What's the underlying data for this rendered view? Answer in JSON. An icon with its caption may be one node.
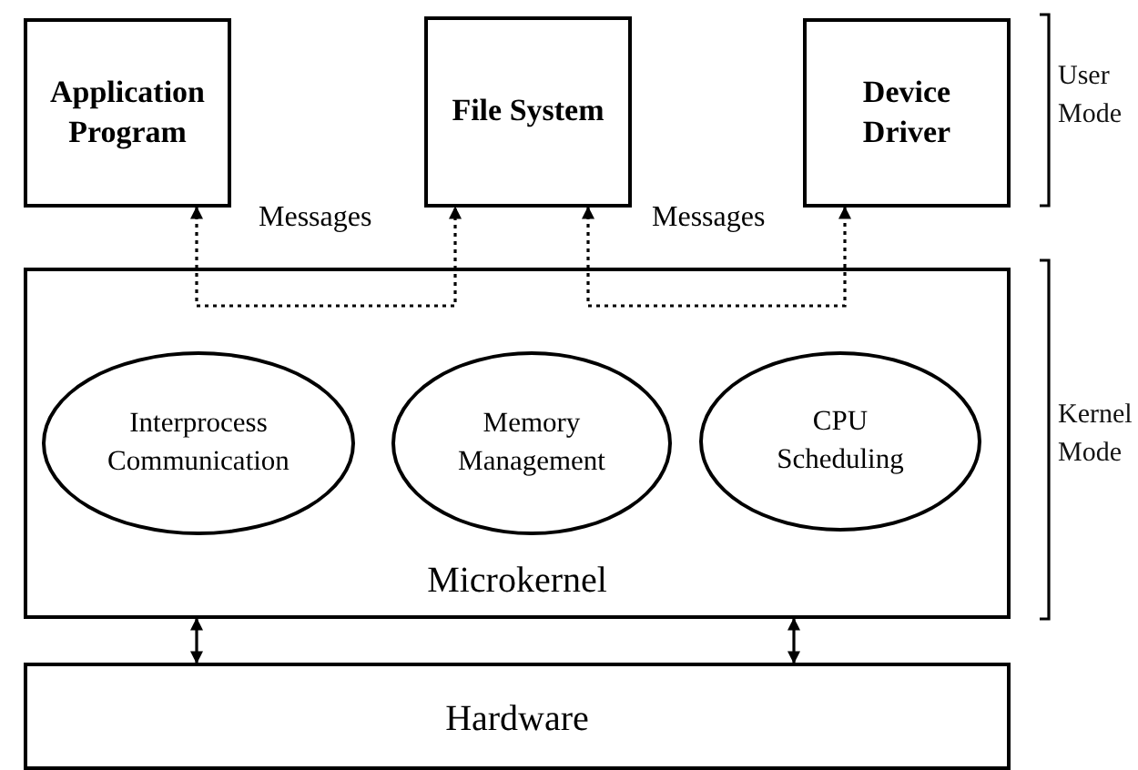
{
  "diagram": {
    "nodes": [
      {
        "text": [
          "Application Program"
        ]
      },
      {
        "text": [
          "File System"
        ]
      },
      {
        "text": [
          "Device Driver"
        ]
      },
      {
        "text": [
          "Microkernel"
        ]
      },
      {
        "text": [
          "Interprocess Communication"
        ],
        "in": 3
      },
      {
        "text": [
          "Memory Management"
        ],
        "in": 3
      },
      {
        "text": [
          "CPU Scheduling"
        ],
        "in": 3
      },
      {
        "text": [
          "Hardware"
        ]
      }
    ],
    "edges": [
      {
        "from": 0,
        "to": 1,
        "arrow": "both",
        "style": "dashed",
        "label": "Messages"
      },
      {
        "from": 1,
        "to": 2,
        "arrow": "both",
        "style": "dashed",
        "label": "Messages"
      },
      {
        "from": 3,
        "to": 7,
        "arrow": "both"
      },
      {
        "from": 3,
        "to": 7,
        "arrow": "both"
      }
    ],
    "labels": [
      "User Mode",
      "Kernel Mode"
    ]
  }
}
